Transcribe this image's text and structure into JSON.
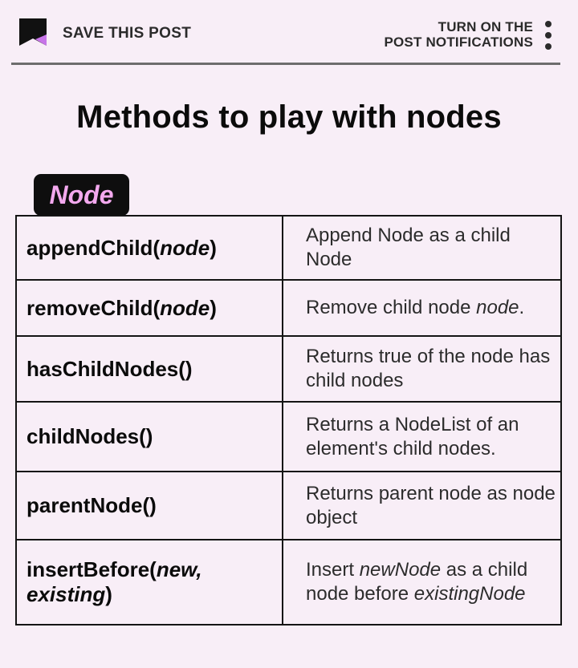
{
  "header": {
    "save_label": "SAVE THIS POST",
    "notif_line1": "TURN ON THE",
    "notif_line2": "POST NOTIFICATIONS",
    "logo_color": "#111111",
    "logo_accent": "#c774e8"
  },
  "title": "Methods to play with nodes",
  "badge": "Node",
  "rows": [
    {
      "method": [
        "appendChild(",
        "node",
        ")"
      ],
      "desc": [
        "Append Node as a child Node"
      ]
    },
    {
      "method": [
        "removeChild(",
        "node",
        ")"
      ],
      "desc": [
        "Remove child node ",
        "node",
        "."
      ]
    },
    {
      "method": [
        "hasChildNodes()"
      ],
      "desc": [
        "Returns true of the node has child nodes"
      ]
    },
    {
      "method": [
        "childNodes()"
      ],
      "desc": [
        "Returns a NodeList of an element's child nodes."
      ]
    },
    {
      "method": [
        "parentNode()"
      ],
      "desc": [
        "Returns parent node as node object"
      ]
    },
    {
      "method": [
        "insertBefore(",
        "new, existing",
        ")"
      ],
      "desc": [
        "Insert ",
        "newNode",
        " as a child node before ",
        "existingNode"
      ]
    }
  ]
}
